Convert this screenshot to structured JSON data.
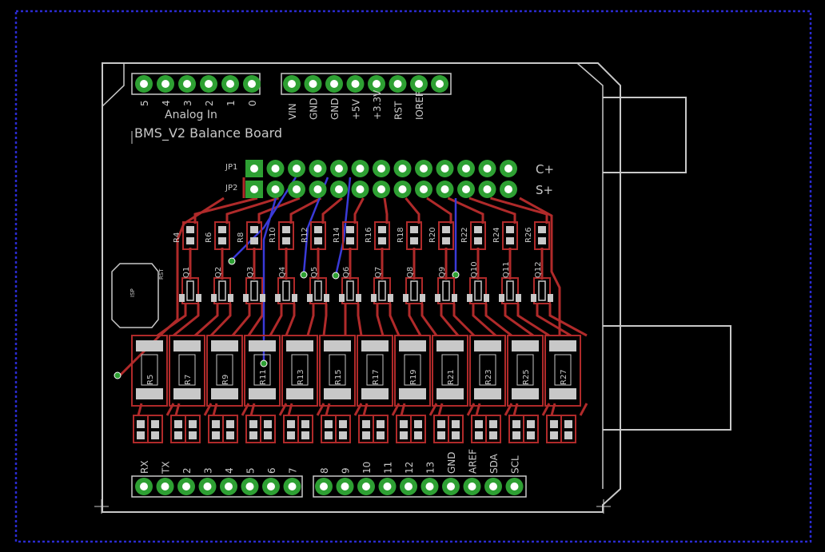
{
  "board": {
    "title": "BMS_V2 Balance Board",
    "analog_group_label": "Analog In",
    "isp_label": "ISP",
    "rst_label": "RST"
  },
  "headers": {
    "analog_pins": [
      "5",
      "4",
      "3",
      "2",
      "1",
      "0"
    ],
    "power_pins": [
      "VIN",
      "GND",
      "GND",
      "+5V",
      "+3.3V",
      "RST",
      "IOREF"
    ],
    "digital_low_pins": [
      "RX",
      "TX",
      "2",
      "3",
      "4",
      "5",
      "6",
      "7"
    ],
    "digital_high_pins": [
      "8",
      "9",
      "10",
      "11",
      "12",
      "13",
      "GND",
      "AREF",
      "SDA",
      "SCL"
    ],
    "jp1": {
      "label": "JP1",
      "net": "C+"
    },
    "jp2": {
      "label": "JP2",
      "net": "S+"
    }
  },
  "components": {
    "small_resistors": [
      "R4",
      "R6",
      "R8",
      "R10",
      "R12",
      "R14",
      "R16",
      "R18",
      "R20",
      "R22",
      "R24",
      "R26"
    ],
    "transistors": [
      "Q1",
      "Q2",
      "Q3",
      "Q4",
      "Q5",
      "Q6",
      "Q7",
      "Q8",
      "Q9",
      "Q10",
      "Q11",
      "Q12"
    ],
    "power_resistors": [
      "R5",
      "R7",
      "R9",
      "R11",
      "R13",
      "R15",
      "R17",
      "R19",
      "R21",
      "R23",
      "R25",
      "R27"
    ]
  },
  "colors": {
    "background": "#000000",
    "board_outline": "#c8c8c8",
    "frame": "#2b2bd0",
    "pad_green": "#2ea033",
    "copper_top": "#b02a2a",
    "copper_bottom": "#3a3ad8",
    "silkscreen": "#c8c8c8",
    "smd_pad": "#c8c8c8"
  }
}
